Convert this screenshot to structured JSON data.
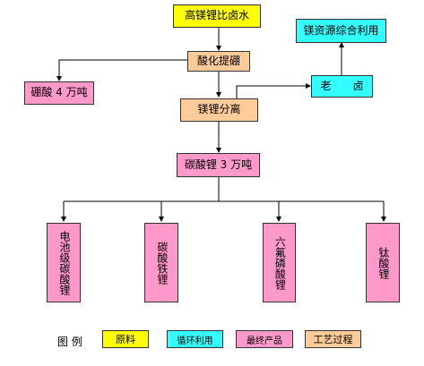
{
  "colors": {
    "raw": "#ffff00",
    "cycle": "#33ffff",
    "final": "#ff99cc",
    "process": "#ffcc99",
    "stroke": "#333333"
  },
  "nodes": {
    "brine": "高镁锂比卤水",
    "acidify": "酸化提硼",
    "boric_acid": "硼酸 4 万吨",
    "mg_li_sep": "镁锂分离",
    "old_brine": "老　　卤",
    "mg_use": "镁资源综合利用",
    "li2co3": "碳酸锂 3 万吨",
    "battery_li2co3": "电池级碳酸锂",
    "lithium_carbonate": "碳酸铁锂",
    "lipf6": "六氟磷酸锂",
    "li_titanate": "钛酸锂"
  },
  "legend": {
    "title": "图 例",
    "raw": "原料",
    "cycle": "循环利用",
    "final": "最终产品",
    "process": "工艺过程"
  }
}
